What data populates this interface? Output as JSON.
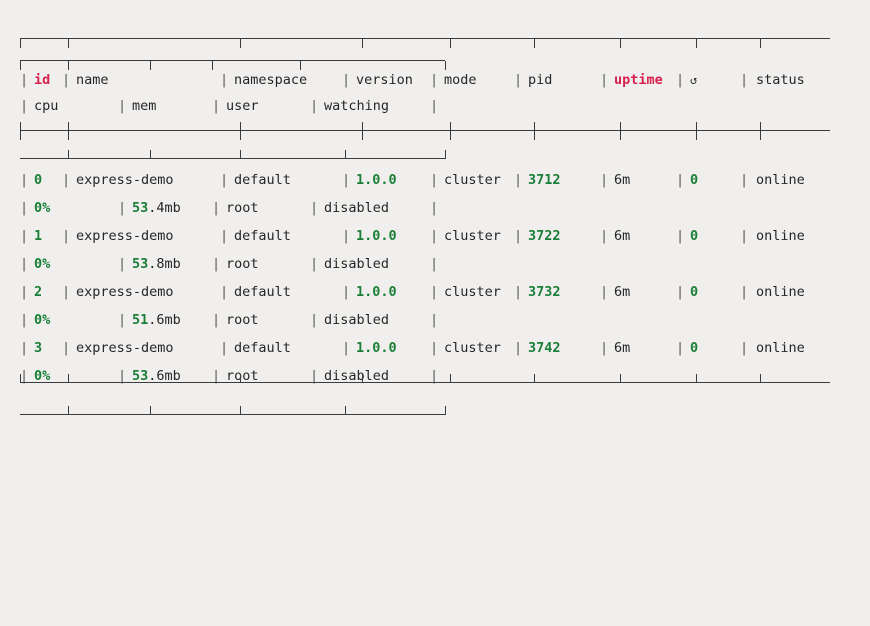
{
  "app": {
    "name": "pm2-process-list",
    "background": "#f0efee",
    "accent_green": "#1a7f37",
    "accent_red": "#d6214f",
    "border_color": "#3b3b3b"
  },
  "table": {
    "headers_primary": [
      {
        "label": "id",
        "color": "red"
      },
      {
        "label": "name",
        "color": "dark"
      },
      {
        "label": "namespace",
        "color": "dark"
      },
      {
        "label": "version",
        "color": "dark"
      },
      {
        "label": "mode",
        "color": "dark"
      },
      {
        "label": "pid",
        "color": "dark"
      },
      {
        "label": "uptime",
        "color": "red"
      },
      {
        "label": "↺",
        "color": "dark",
        "icon": "restart-icon"
      },
      {
        "label": "status",
        "color": "dark"
      }
    ],
    "headers_secondary": [
      {
        "label": "cpu",
        "color": "dark"
      },
      {
        "label": "mem",
        "color": "dark"
      },
      {
        "label": "user",
        "color": "dark"
      },
      {
        "label": "watching",
        "color": "dark"
      }
    ],
    "rows": [
      {
        "id": "0",
        "name": "express-demo",
        "namespace": "default",
        "version": "1.0.0",
        "mode": "cluster",
        "pid": "3712",
        "uptime": "6m",
        "restarts": "0",
        "status": "online",
        "cpu": "0%",
        "mem_value": "53",
        "mem_unit": ".4mb",
        "user": "root",
        "watching": "disabled"
      },
      {
        "id": "1",
        "name": "express-demo",
        "namespace": "default",
        "version": "1.0.0",
        "mode": "cluster",
        "pid": "3722",
        "uptime": "6m",
        "restarts": "0",
        "status": "online",
        "cpu": "0%",
        "mem_value": "53",
        "mem_unit": ".8mb",
        "user": "root",
        "watching": "disabled"
      },
      {
        "id": "2",
        "name": "express-demo",
        "namespace": "default",
        "version": "1.0.0",
        "mode": "cluster",
        "pid": "3732",
        "uptime": "6m",
        "restarts": "0",
        "status": "online",
        "cpu": "0%",
        "mem_value": "51",
        "mem_unit": ".6mb",
        "user": "root",
        "watching": "disabled"
      },
      {
        "id": "3",
        "name": "express-demo",
        "namespace": "default",
        "version": "1.0.0",
        "mode": "cluster",
        "pid": "3742",
        "uptime": "6m",
        "restarts": "0",
        "status": "online",
        "cpu": "0%",
        "mem_value": "53",
        "mem_unit": ".6mb",
        "user": "root",
        "watching": "disabled"
      }
    ],
    "separator": "|"
  }
}
